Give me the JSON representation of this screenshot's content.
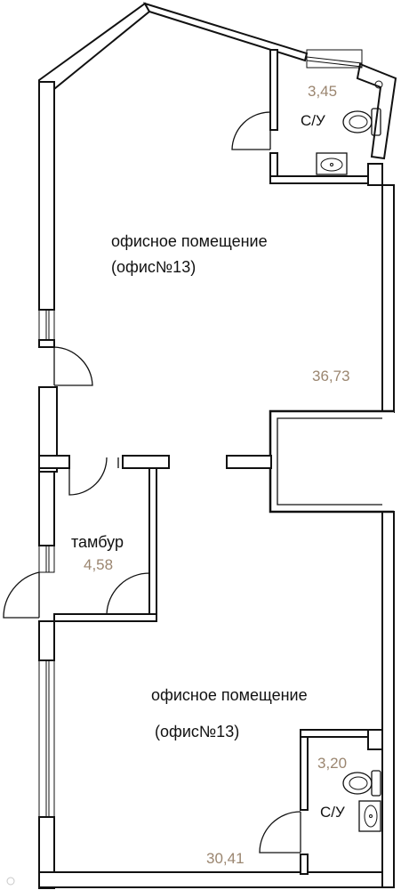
{
  "rooms": {
    "office_upper": {
      "name_line1": "офисное помещение",
      "name_line2": "(офис№13)",
      "area": "36,73"
    },
    "office_lower": {
      "name_line1": "офисное помещение",
      "name_line2": "(офис№13)",
      "area": "30,41"
    },
    "vestibule": {
      "name": "тамбур",
      "area": "4,58"
    },
    "wc_upper": {
      "name": "С/У",
      "area": "3,45"
    },
    "wc_lower": {
      "name": "С/У",
      "area": "3,20"
    }
  },
  "colors": {
    "area_label": "#9b8670",
    "wall": "#111111"
  }
}
